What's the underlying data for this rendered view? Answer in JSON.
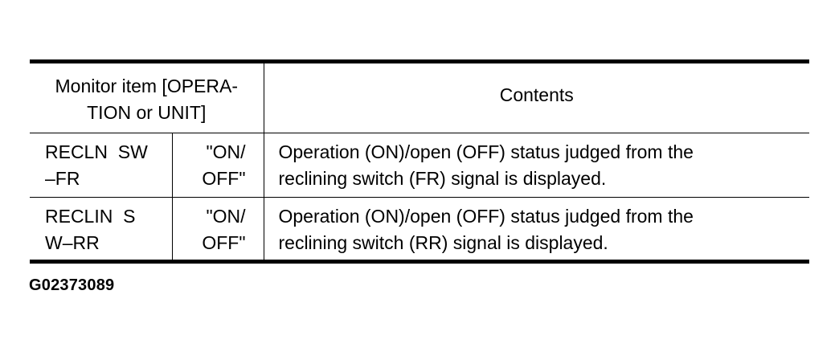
{
  "table": {
    "header": {
      "monitor_line1": "Monitor item [OPERA-",
      "monitor_line2": "TION or UNIT]",
      "contents": "Contents"
    },
    "rows": [
      {
        "item_line1": "RECLN  SW",
        "item_line2": "–FR",
        "unit_line1": "\"ON/",
        "unit_line2": "OFF\"",
        "contents_line1": "Operation (ON)/open (OFF) status judged from the",
        "contents_line2": "reclining switch (FR) signal is displayed."
      },
      {
        "item_line1": "RECLIN  S",
        "item_line2": "W–RR",
        "unit_line1": "\"ON/",
        "unit_line2": "OFF\"",
        "contents_line1": "Operation (ON)/open (OFF) status judged from the",
        "contents_line2": "reclining switch (RR) signal is displayed."
      }
    ]
  },
  "figure_id": "G02373089"
}
